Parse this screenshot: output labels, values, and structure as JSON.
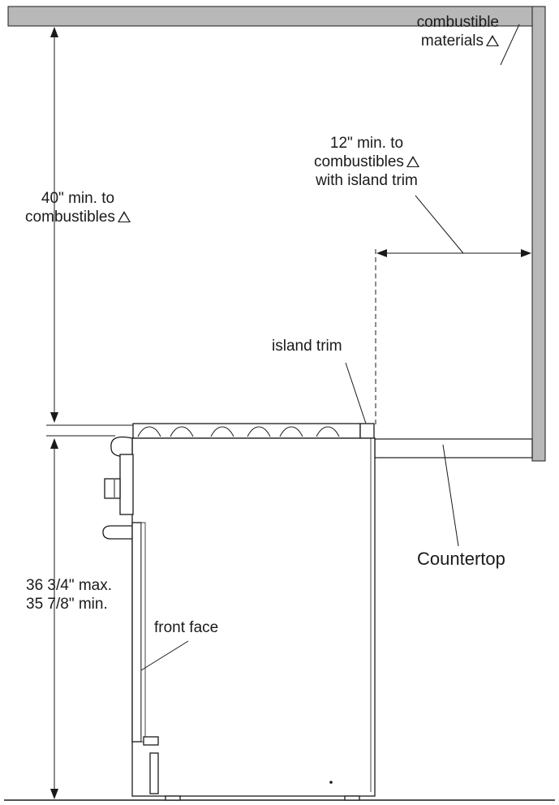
{
  "labels": {
    "combustible_materials": [
      "combustible",
      "materials"
    ],
    "side_clearance": [
      "12\" min. to",
      "combustibles",
      "with island trim"
    ],
    "top_clearance": [
      "40\" min. to",
      "combustibles"
    ],
    "island_trim": "island trim",
    "countertop": "Countertop",
    "height": [
      "36 3/4\" max.",
      "35 7/8\" min."
    ],
    "front_face": "front face"
  },
  "icons": {
    "warning": "delta-triangle-icon"
  },
  "colors": {
    "wall": "#b8b8b8",
    "stroke": "#1a1a1a",
    "background": "#ffffff"
  }
}
